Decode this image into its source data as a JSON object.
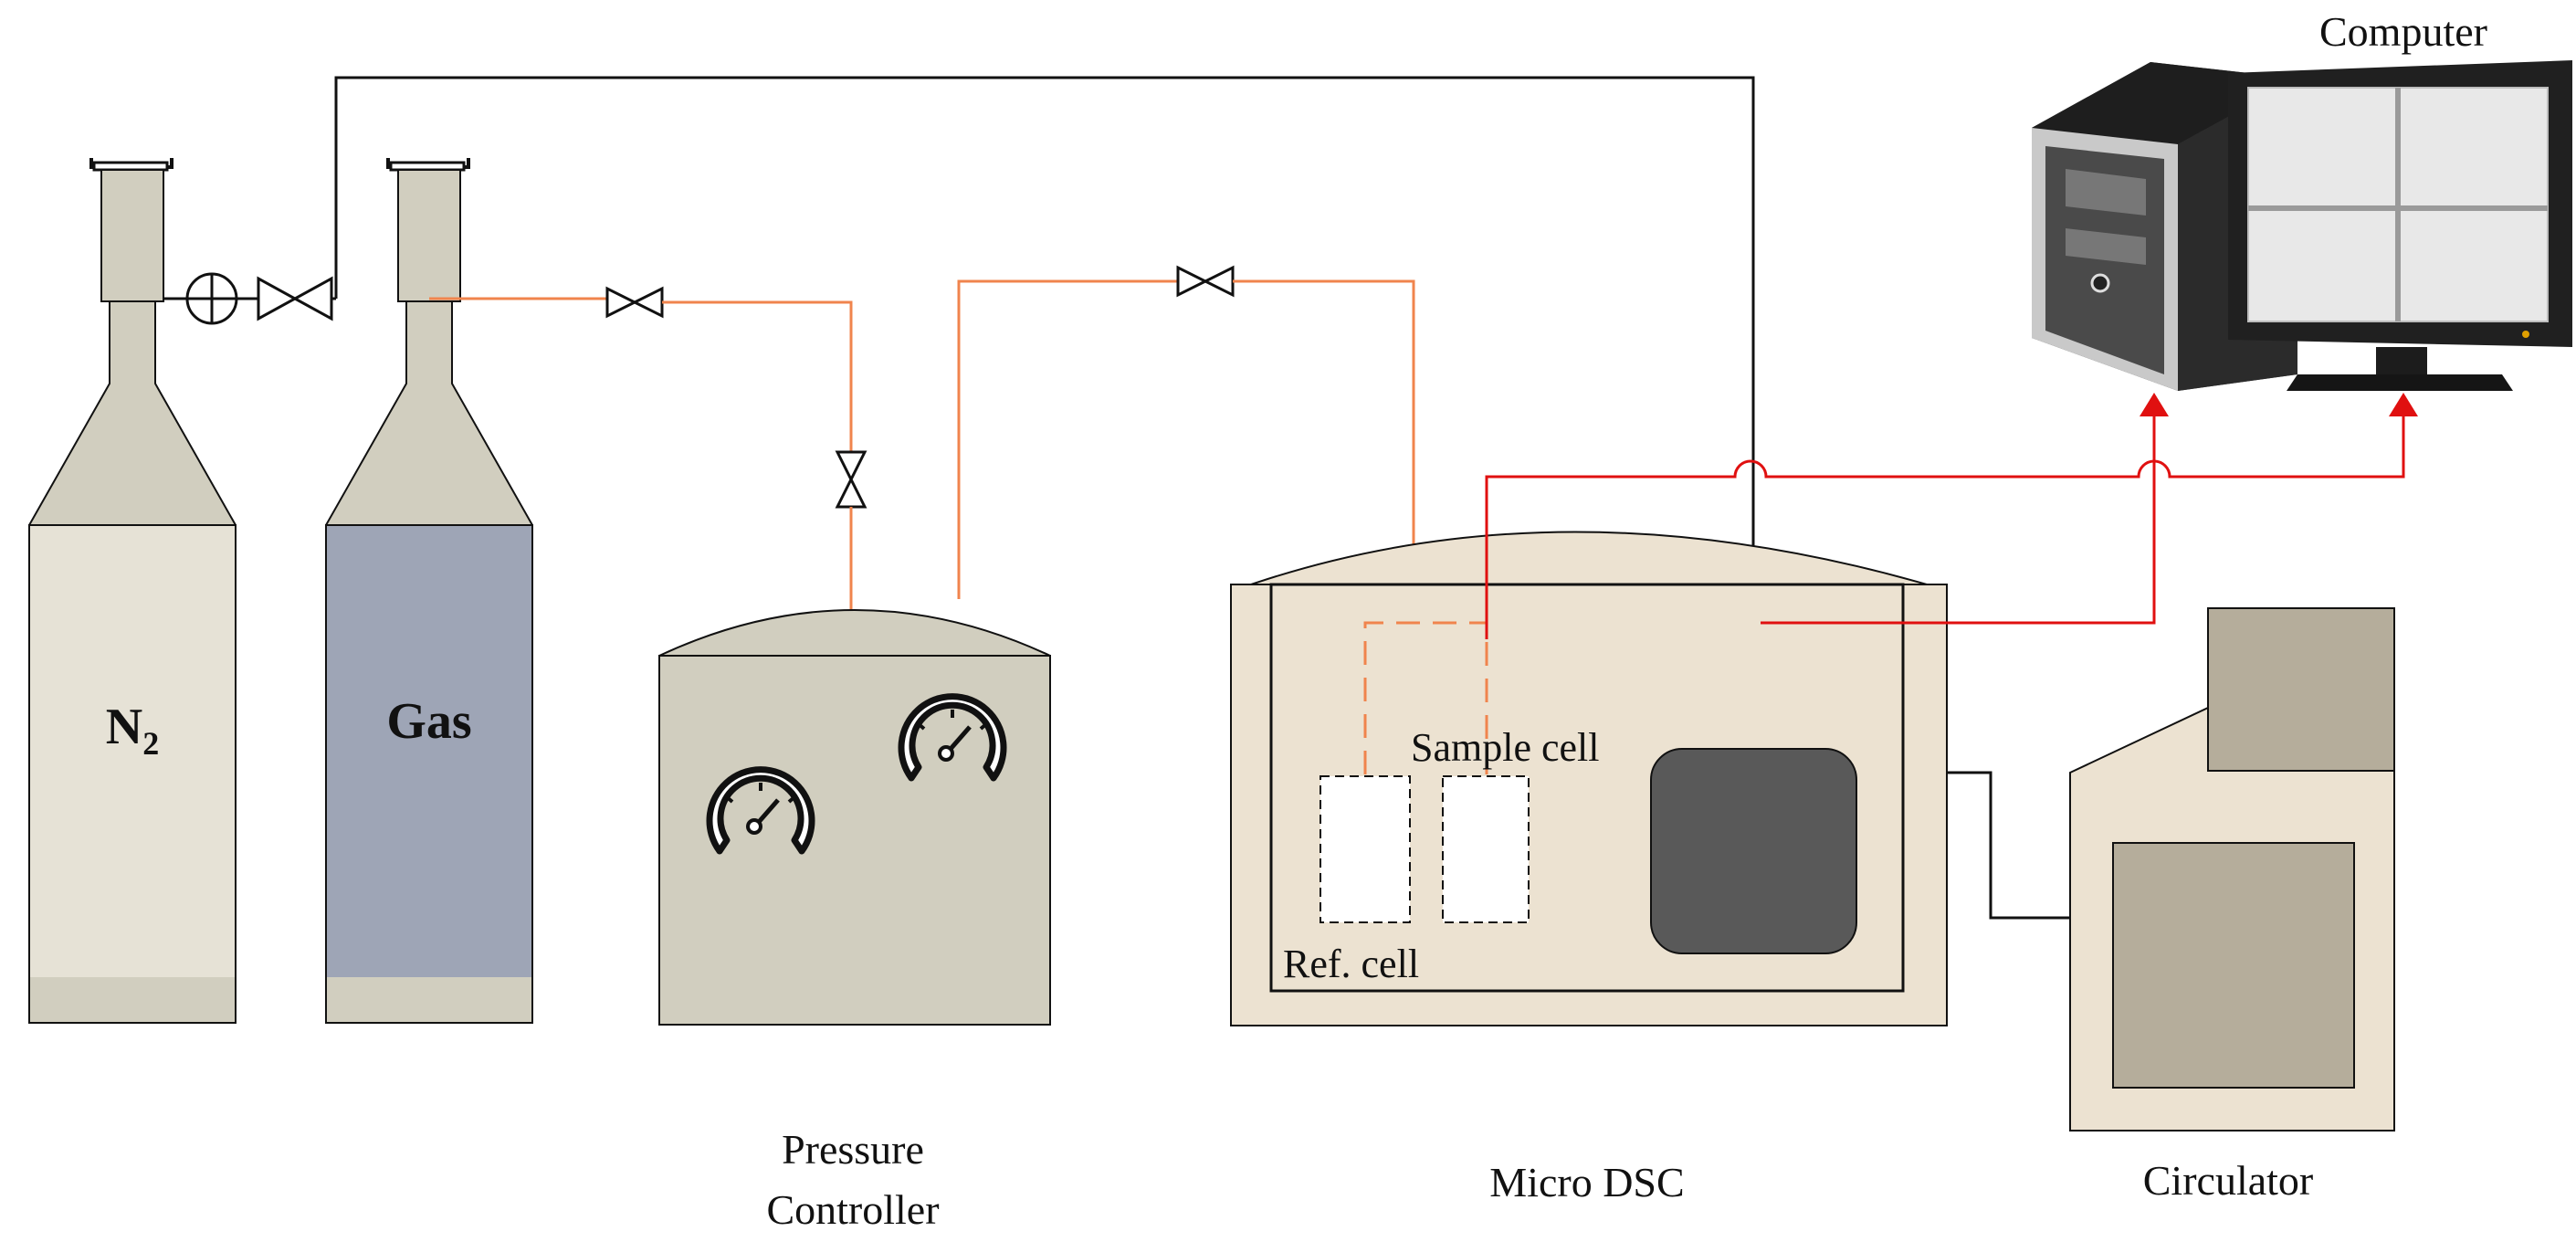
{
  "labels": {
    "n2_main": "N",
    "n2_sub": "2",
    "gas": "Gas",
    "pressure_line1": "Pressure",
    "pressure_line2": "Controller",
    "micro_dsc": "Micro DSC",
    "circulator": "Circulator",
    "computer": "Computer",
    "sample_cell": "Sample cell",
    "ref_cell": "Ref. cell"
  },
  "colors": {
    "gas_line": "#f0844d",
    "signal_line": "#e01010",
    "wire": "#111111",
    "bottle_light": "#e6e2d6",
    "bottle_dark": "#d1cebf",
    "gas_fill": "#9ea5b6",
    "panel": "#cfcbbb",
    "dsc_body": "#ece2d1",
    "thermal_block": "#595959",
    "circulator_body": "#ece2d1",
    "circulator_panel": "#b5ad9b"
  },
  "icons": [
    "valve-icon",
    "check-valve-icon",
    "pressure-gauge-icon",
    "computer-tower-icon",
    "monitor-icon"
  ]
}
